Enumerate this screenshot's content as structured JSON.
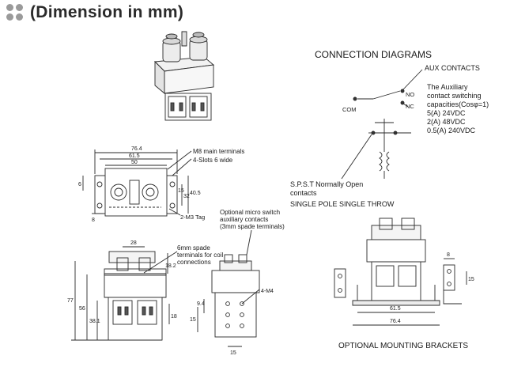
{
  "heading": {
    "text": "(Dimension in mm)",
    "bullet_icon": "four-dots-icon"
  },
  "connection": {
    "title": "CONNECTION DIAGRAMS",
    "aux_contacts": "AUX CONTACTS",
    "no": "NO",
    "nc": "NC",
    "com": "COM",
    "aux_desc": [
      "The Auxiliary",
      "contact switching",
      "capacities(Cosφ=1)",
      "5(A) 24VDC",
      "2(A) 48VDC",
      "0.5(A) 240VDC"
    ],
    "spst_lines": [
      "S.P.S.T Normally Open",
      "contacts"
    ],
    "single_pole": "SINGLE POLE SINGLE THROW"
  },
  "top_view": {
    "dims": {
      "w764": "76.4",
      "w615": "61.5",
      "w50": "50",
      "h6": "6",
      "h15": "15",
      "h32": "32",
      "h405": "40.5",
      "w8": "8"
    },
    "callouts": {
      "m8": "M8 main terminals",
      "slots": "4-Slots 6 wide",
      "m3": "2-M3 Tag"
    }
  },
  "side_view": {
    "dims": {
      "w28": "28",
      "h182": "18.2",
      "h77": "77",
      "h56": "56",
      "h381": "38.1",
      "h18": "18"
    },
    "callout": [
      "6mm spade",
      "terminals for coil",
      "connections"
    ]
  },
  "end_view": {
    "callout": [
      "Optional micro switch",
      "auxiliary contacts",
      "(3mm spade terminals)"
    ],
    "dims": {
      "m4": "4-M4",
      "h94": "9.4",
      "h15": "15",
      "w15": "15"
    }
  },
  "bracket": {
    "label": "OPTIONAL MOUNTING BRACKETS",
    "dims": {
      "w615": "61.5",
      "w764": "76.4",
      "w8": "8",
      "h15": "15"
    }
  }
}
